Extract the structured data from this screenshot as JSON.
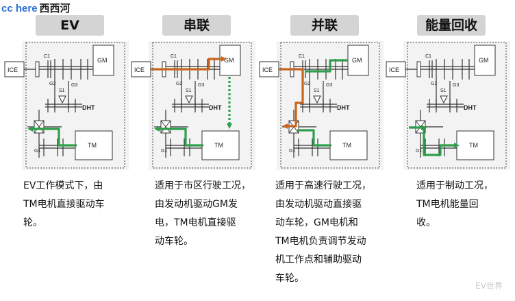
{
  "watermark": {
    "latin": "cc here",
    "chinese": "西西河"
  },
  "modes": [
    {
      "title": "EV",
      "desc": [
        "EV工作模式下，由",
        "TM电机直接驱动车",
        "轮。"
      ]
    },
    {
      "title": "串联",
      "desc": [
        "适用于市区行驶工况，",
        "由发动机驱动GM发",
        "电，TM电机直接驱",
        "动车轮。"
      ]
    },
    {
      "title": "并联",
      "desc": [
        "适用于高速行驶工况，",
        "由发动机驱动直接驱",
        "动车轮，GM电机和",
        "TM电机负责调节发动",
        "机工作点和辅助驱动",
        "车轮。"
      ]
    },
    {
      "title": "能量回收",
      "desc": [
        "适用于制动工况，",
        "TM电机能量回",
        "收。"
      ]
    }
  ],
  "labels": {
    "ice": "ICE",
    "gm": "GM",
    "tm": "TM",
    "dht": "DHT",
    "c1": "C1",
    "g1": "G1",
    "g2": "G2",
    "g3": "G3",
    "s1": "S1"
  },
  "colors": {
    "green": "#2e9e4a",
    "orange": "#c8641e"
  },
  "corner_watermark": "EV世界"
}
